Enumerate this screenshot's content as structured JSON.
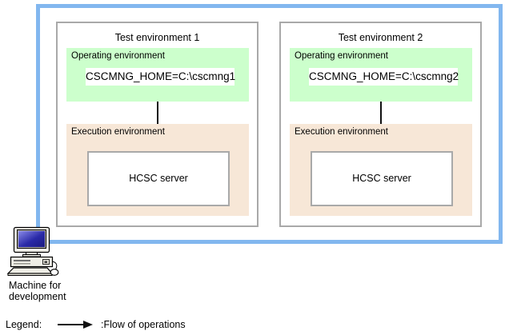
{
  "colors": {
    "outer_frame_border": "#82B7EF",
    "env_box_border": "#A9A9A9",
    "operating_zone_bg": "#CCFFCC",
    "execution_zone_bg": "#F7E7D7",
    "arrow": "#111111",
    "monitor_screen": "#2222A0"
  },
  "environments": [
    {
      "title": "Test environment 1",
      "operating_label": "Operating environment",
      "home_value": "CSCMNG_HOME=C:\\cscmng1",
      "execution_label": "Execution environment",
      "server_label": "HCSC server"
    },
    {
      "title": "Test environment 2",
      "operating_label": "Operating environment",
      "home_value": "CSCMNG_HOME=C:\\cscmng2",
      "execution_label": "Execution environment",
      "server_label": "HCSC server"
    }
  ],
  "machine": {
    "icon": "desktop-computer-icon",
    "label_line1": "Machine for",
    "label_line2": "development"
  },
  "legend": {
    "label": "Legend:",
    "arrow_meaning": ":Flow of operations"
  }
}
